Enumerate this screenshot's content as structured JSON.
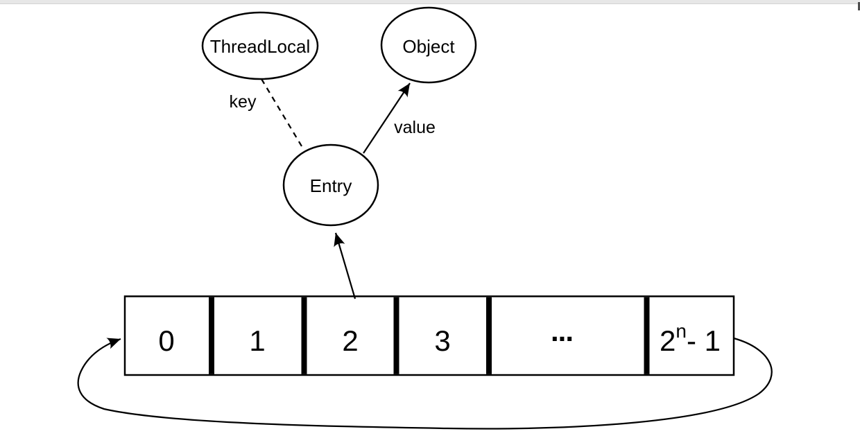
{
  "diagram": {
    "nodes": {
      "threadlocal": {
        "label": "ThreadLocal"
      },
      "object": {
        "label": "Object"
      },
      "entry": {
        "label": "Entry"
      }
    },
    "edges": {
      "key": {
        "label": "key",
        "style": "dashed"
      },
      "value": {
        "label": "value",
        "style": "solid-arrow"
      }
    },
    "array": {
      "cells": [
        {
          "label": "0"
        },
        {
          "label": "1"
        },
        {
          "label": "2"
        },
        {
          "label": "3"
        },
        {
          "label": "..."
        }
      ],
      "last_cell": {
        "base": "2",
        "sup": "n",
        "rest": "- 1"
      }
    },
    "colors": {
      "stroke": "#000000",
      "background": "#ffffff",
      "top_bar": "#e7e7e7"
    }
  }
}
